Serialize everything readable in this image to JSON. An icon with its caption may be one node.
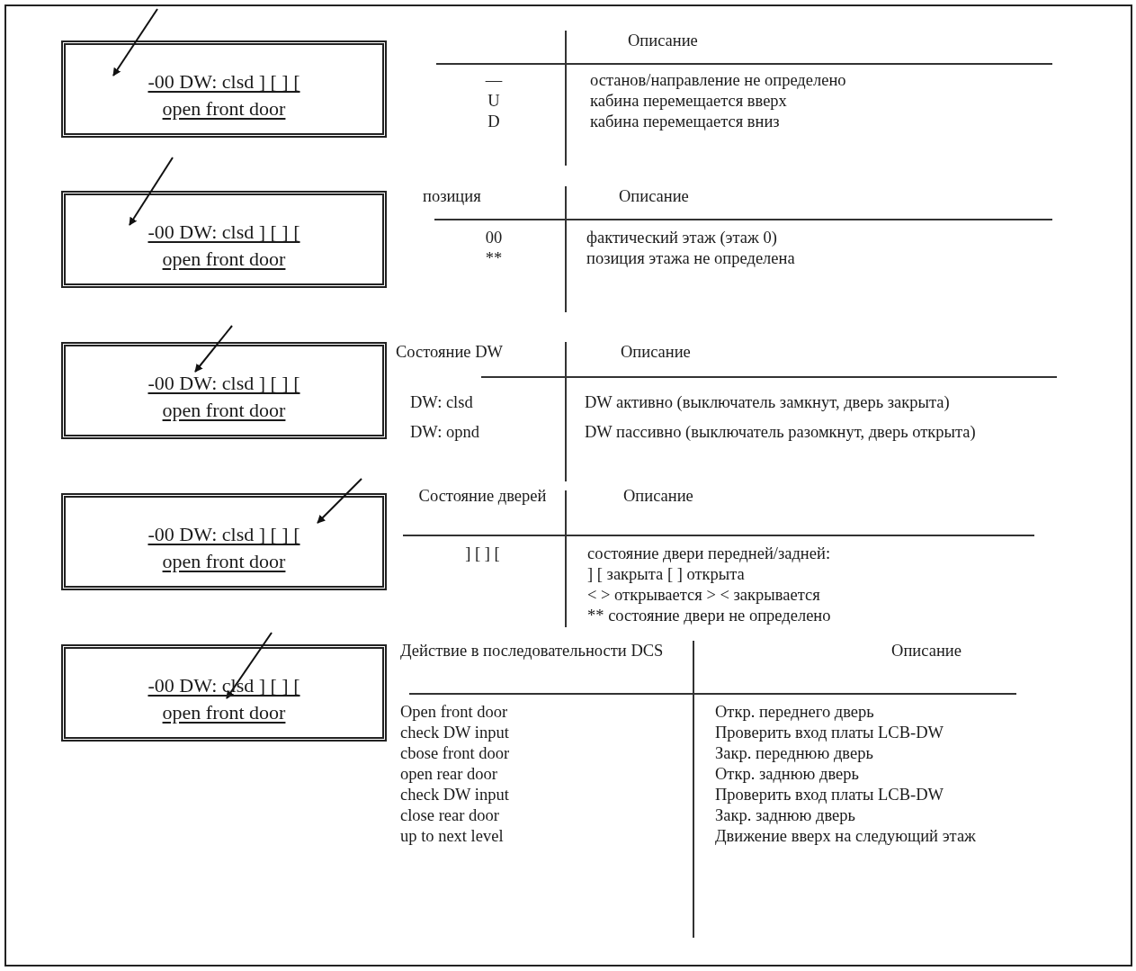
{
  "diagram": {
    "nodes": [
      {
        "text": [
          "-00 DW: clsd ] [ ] [",
          "open front door"
        ]
      },
      {
        "text": [
          "-00 DW: clsd ] [ ] [",
          "open front door"
        ]
      },
      {
        "text": [
          "-00 DW: clsd ] [ ] [",
          "open front door"
        ]
      },
      {
        "text": [
          "-00 DW: clsd ] [ ] [",
          "open front door"
        ]
      },
      {
        "text": [
          "-00 DW: clsd ] [ ] [",
          "open front door"
        ]
      }
    ],
    "edges": [
      {
        "from": null,
        "to": 0,
        "arrow": "to"
      },
      {
        "from": null,
        "to": 1,
        "arrow": "to"
      },
      {
        "from": null,
        "to": 2,
        "arrow": "to"
      },
      {
        "from": null,
        "to": 3,
        "arrow": "to"
      },
      {
        "from": null,
        "to": 4,
        "arrow": "to"
      }
    ],
    "labels": [
      "Описание",
      "—",
      "останов/направление не определено",
      "U",
      "кабина перемещается вверх",
      "D",
      "кабина перемещается вниз",
      "позиция",
      "Описание",
      "00",
      "фактический этаж (этаж 0)",
      "**",
      "позиция этажа не определена",
      "Состояние DW",
      "Описание",
      "DW: clsd",
      "DW активно (выключатель замкнут, дверь закрыта)",
      "DW: opnd",
      "DW пассивно (выключатель разомкнут, дверь открыта)",
      "Состояние дверей",
      "Описание",
      "] [ ] [",
      "состояние двери передней/задней:",
      "] [ закрыта [ ] открыта",
      "< > открывается > < закрывается",
      "** состояние двери не определено",
      "Действие в последовательности DCS",
      "Описание",
      "Open front door",
      "Откр. переднего дверь",
      "check DW input",
      "Проверить вход платы LCB-DW",
      "cbose front door",
      "Закр. переднюю дверь",
      "open rear door",
      "Откр. заднюю дверь",
      "check DW input",
      "Проверить вход платы LCB-DW",
      "close rear door",
      "Закр. заднюю дверь",
      "up to next level",
      "Движение вверх на следующий этаж"
    ]
  }
}
